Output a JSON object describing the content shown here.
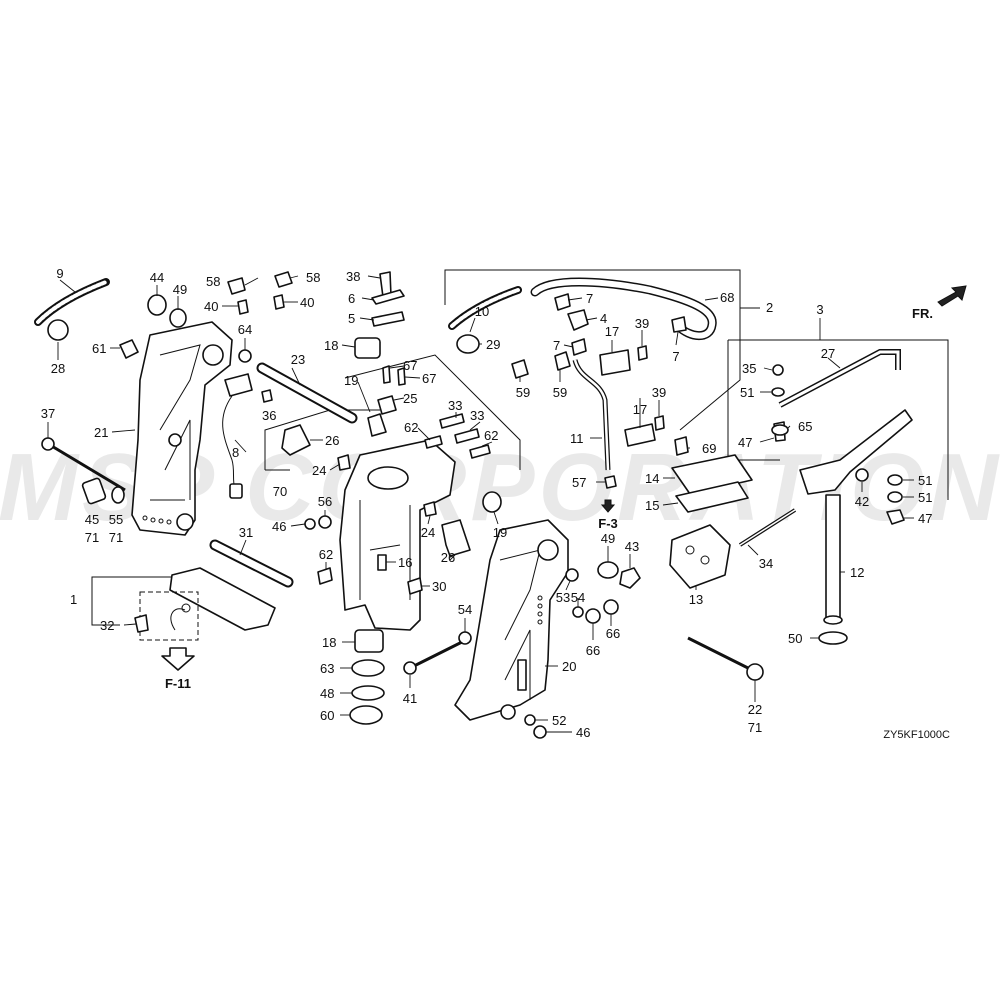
{
  "diagram": {
    "watermark": "MSP CORPORATION",
    "front_indicator": "FR.",
    "diagram_code": "ZY5KF1000C",
    "references": [
      "F-3",
      "F-11"
    ],
    "callouts": [
      {
        "id": "c9",
        "text": "9"
      },
      {
        "id": "c28",
        "text": "28"
      },
      {
        "id": "c44",
        "text": "44"
      },
      {
        "id": "c49a",
        "text": "49"
      },
      {
        "id": "c58a",
        "text": "58"
      },
      {
        "id": "c58b",
        "text": "58"
      },
      {
        "id": "c40a",
        "text": "40"
      },
      {
        "id": "c40b",
        "text": "40"
      },
      {
        "id": "c38",
        "text": "38"
      },
      {
        "id": "c6",
        "text": "6"
      },
      {
        "id": "c5",
        "text": "5"
      },
      {
        "id": "c18a",
        "text": "18"
      },
      {
        "id": "c64",
        "text": "64"
      },
      {
        "id": "c61",
        "text": "61"
      },
      {
        "id": "c23",
        "text": "23"
      },
      {
        "id": "c36",
        "text": "36"
      },
      {
        "id": "c37",
        "text": "37"
      },
      {
        "id": "c21",
        "text": "21"
      },
      {
        "id": "c8",
        "text": "8"
      },
      {
        "id": "c19a",
        "text": "19"
      },
      {
        "id": "c67a",
        "text": "67"
      },
      {
        "id": "c67b",
        "text": "67"
      },
      {
        "id": "c25",
        "text": "25"
      },
      {
        "id": "c33a",
        "text": "33"
      },
      {
        "id": "c33b",
        "text": "33"
      },
      {
        "id": "c62a",
        "text": "62"
      },
      {
        "id": "c62b",
        "text": "62"
      },
      {
        "id": "c26a",
        "text": "26"
      },
      {
        "id": "c24a",
        "text": "24"
      },
      {
        "id": "c70",
        "text": "70"
      },
      {
        "id": "c45",
        "text": "45"
      },
      {
        "id": "c71a",
        "text": "71"
      },
      {
        "id": "c55",
        "text": "55"
      },
      {
        "id": "c71b",
        "text": "71"
      },
      {
        "id": "c10",
        "text": "10"
      },
      {
        "id": "c29",
        "text": "29"
      },
      {
        "id": "c7a",
        "text": "7"
      },
      {
        "id": "c4",
        "text": "4"
      },
      {
        "id": "c7b",
        "text": "7"
      },
      {
        "id": "c17a",
        "text": "17"
      },
      {
        "id": "c39a",
        "text": "39"
      },
      {
        "id": "c7c",
        "text": "7"
      },
      {
        "id": "c68",
        "text": "68"
      },
      {
        "id": "c2",
        "text": "2"
      },
      {
        "id": "c59a",
        "text": "59"
      },
      {
        "id": "c59b",
        "text": "59"
      },
      {
        "id": "c17b",
        "text": "17"
      },
      {
        "id": "c39b",
        "text": "39"
      },
      {
        "id": "c11",
        "text": "11"
      },
      {
        "id": "c69",
        "text": "69"
      },
      {
        "id": "c57",
        "text": "57"
      },
      {
        "id": "c14",
        "text": "14"
      },
      {
        "id": "c15",
        "text": "15"
      },
      {
        "id": "c3",
        "text": "3"
      },
      {
        "id": "c27",
        "text": "27"
      },
      {
        "id": "c35",
        "text": "35"
      },
      {
        "id": "c51a",
        "text": "51"
      },
      {
        "id": "c65",
        "text": "65"
      },
      {
        "id": "c47a",
        "text": "47"
      },
      {
        "id": "c42",
        "text": "42"
      },
      {
        "id": "c51b",
        "text": "51"
      },
      {
        "id": "c51c",
        "text": "51"
      },
      {
        "id": "c47b",
        "text": "47"
      },
      {
        "id": "c56",
        "text": "56"
      },
      {
        "id": "c46a",
        "text": "46"
      },
      {
        "id": "c16",
        "text": "16"
      },
      {
        "id": "c24b",
        "text": "24"
      },
      {
        "id": "c26b",
        "text": "26"
      },
      {
        "id": "c19b",
        "text": "19"
      },
      {
        "id": "c62c",
        "text": "62"
      },
      {
        "id": "c30",
        "text": "30"
      },
      {
        "id": "c31",
        "text": "31"
      },
      {
        "id": "c1",
        "text": "1"
      },
      {
        "id": "c32",
        "text": "32"
      },
      {
        "id": "c49b",
        "text": "49"
      },
      {
        "id": "c43",
        "text": "43"
      },
      {
        "id": "c53",
        "text": "53"
      },
      {
        "id": "c54a",
        "text": "54"
      },
      {
        "id": "c54b",
        "text": "54"
      },
      {
        "id": "c66a",
        "text": "66"
      },
      {
        "id": "c66b",
        "text": "66"
      },
      {
        "id": "c34",
        "text": "34"
      },
      {
        "id": "c13",
        "text": "13"
      },
      {
        "id": "c12",
        "text": "12"
      },
      {
        "id": "c50",
        "text": "50"
      },
      {
        "id": "c18b",
        "text": "18"
      },
      {
        "id": "c63",
        "text": "63"
      },
      {
        "id": "c48",
        "text": "48"
      },
      {
        "id": "c60",
        "text": "60"
      },
      {
        "id": "c41",
        "text": "41"
      },
      {
        "id": "c20",
        "text": "20"
      },
      {
        "id": "c52",
        "text": "52"
      },
      {
        "id": "c46b",
        "text": "46"
      },
      {
        "id": "c22",
        "text": "22"
      },
      {
        "id": "c71c",
        "text": "71"
      }
    ]
  }
}
